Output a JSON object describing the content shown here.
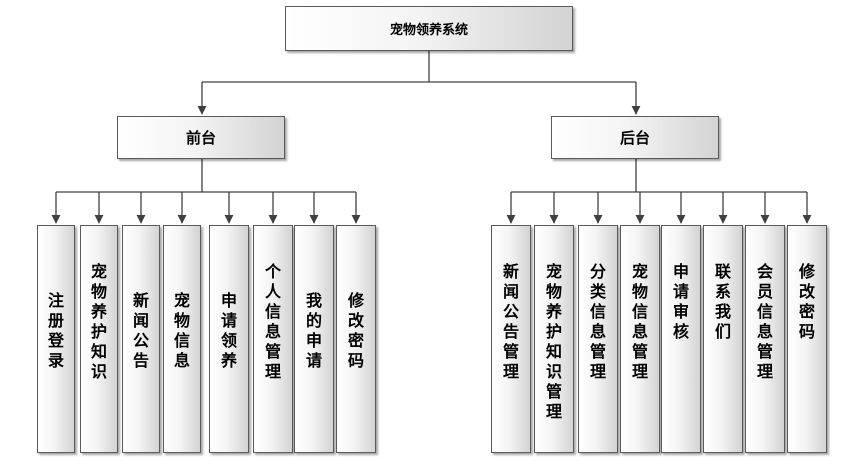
{
  "root": {
    "label": "宠物领养系统"
  },
  "frontend": {
    "label": "前台",
    "items": [
      "注册登录",
      "宠物养护知识",
      "新闻公告",
      "宠物信息",
      "申请领养",
      "个人信息管理",
      "我的申请",
      "修改密码"
    ]
  },
  "backend": {
    "label": "后台",
    "items": [
      "新闻公告管理",
      "宠物养护知识管理",
      "分类信息管理",
      "宠物信息管理",
      "申请审核",
      "联系我们",
      "会员信息管理",
      "修改密码"
    ]
  },
  "colors": {
    "line": "#404040",
    "border": "#5a5a5a",
    "gradient_end": "#d3d3d3"
  }
}
